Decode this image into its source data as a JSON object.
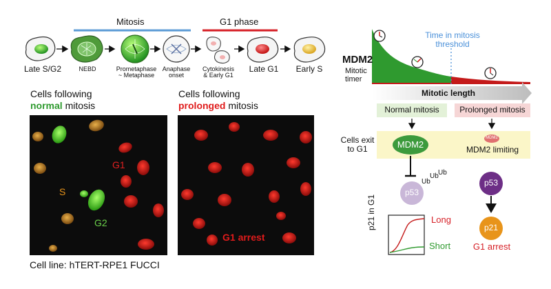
{
  "colors": {
    "mitosis_blue": "#5b9bd5",
    "g1_red": "#d61f26",
    "green": "#3c9a3c",
    "normal_green": "#2e9a2e",
    "prolonged_red": "#e01b1b",
    "panel_bg": "#111111",
    "orange": "#e8941a",
    "p53_light": "#c9b7d8",
    "p53_dark": "#6d2e86",
    "yellow_box": "#fbf6c8",
    "green_box": "#e3f1d8",
    "pink_box": "#f6d6d6",
    "threshold_blue": "#4a90d9"
  },
  "timeline": {
    "mitosis_label": "Mitosis",
    "g1_label": "G1 phase",
    "stages": [
      {
        "label": "Late S/G2"
      },
      {
        "label": "NEBD"
      },
      {
        "label": "Prometaphase\n~ Metaphase"
      },
      {
        "label": "Anaphase\nonset"
      },
      {
        "label": "Cytokinesis\n& Early G1"
      },
      {
        "label": "Late G1"
      },
      {
        "label": "Early S"
      }
    ]
  },
  "panels": {
    "normal": {
      "title_line1": "Cells following",
      "title_highlight": "normal",
      "title_rest": "mitosis",
      "label_g1": "G1",
      "label_s": "S",
      "label_g2": "G2"
    },
    "prolonged": {
      "title_line1": "Cells following",
      "title_highlight": "prolonged",
      "title_rest": "mitosis",
      "label_arrest": "G1 arrest"
    },
    "cell_line": "Cell line: hTERT-RPE1 FUCCI"
  },
  "right": {
    "mdm2_title": "MDM2",
    "mitotic_timer": "Mitotic\ntimer",
    "threshold": "Time in mitosis\nthreshold",
    "mitotic_length": "Mitotic length",
    "normal_mitosis": "Normal mitosis",
    "prolonged_mitosis": "Prolonged mitosis",
    "cells_exit": "Cells exit\nto G1",
    "mdm2_node": "MDM2",
    "mdm2_small": "MDM2",
    "mdm2_limiting": "MDM2 limiting",
    "ub": "Ub",
    "p53": "p53",
    "p21": "p21",
    "g1_arrest": "G1 arrest",
    "p21_axis": "p21 in G1",
    "long": "Long",
    "short": "Short"
  }
}
